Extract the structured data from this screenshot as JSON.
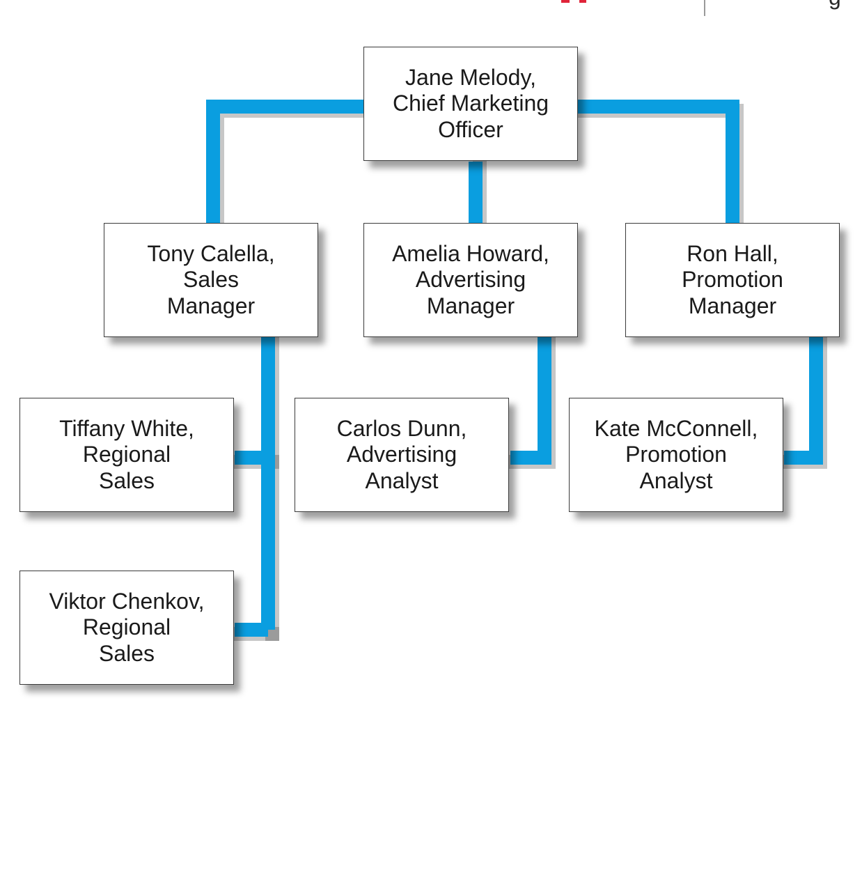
{
  "colors": {
    "connector": "#0a9ee0",
    "box_border": "#3a3a3a",
    "text": "#1a1a1a",
    "header_accent": "#e0243a"
  },
  "header": {
    "right_fragment": "g"
  },
  "nodes": {
    "cmo": "Jane Melody,\nChief Marketing\nOfficer",
    "sales_manager": "Tony Calella,\nSales\nManager",
    "advertising_manager": "Amelia Howard,\nAdvertising\nManager",
    "promotion_manager": "Ron Hall,\nPromotion\nManager",
    "regional_sales_1": "Tiffany White,\nRegional\nSales",
    "advertising_analyst": "Carlos Dunn,\nAdvertising\nAnalyst",
    "promotion_analyst": "Kate McConnell,\nPromotion\nAnalyst",
    "regional_sales_2": "Viktor Chenkov,\nRegional\nSales"
  }
}
